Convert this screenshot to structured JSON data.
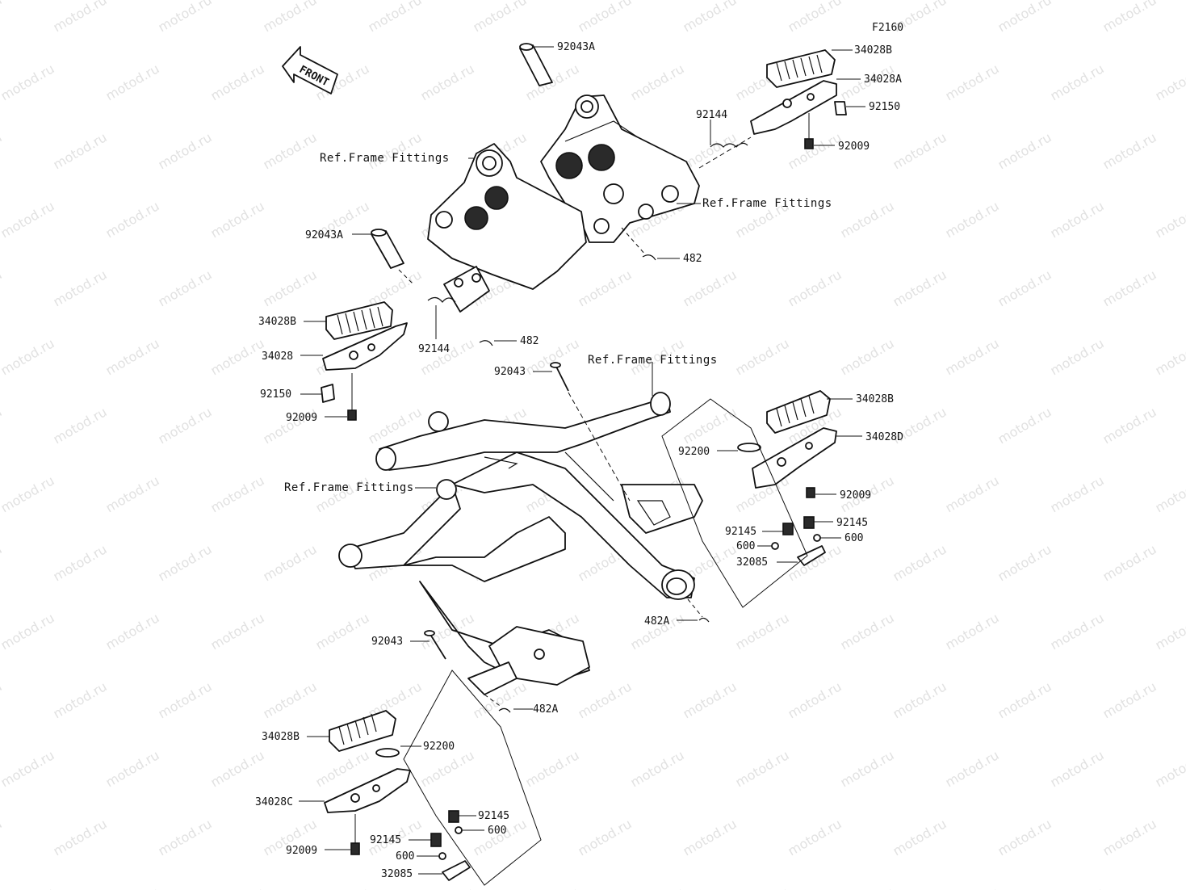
{
  "figure_code": "F2160",
  "watermark": "motod.ru",
  "front_label": "FRONT",
  "callouts": {
    "c92043A_top": "92043A",
    "c34028B_top": "34028B",
    "c34028A": "34028A",
    "c92150_top": "92150",
    "c92009_top": "92009",
    "c92144_top": "92144",
    "ref_top_left": "Ref.Frame Fittings",
    "ref_top_right": "Ref.Frame Fittings",
    "c482_top": "482",
    "c92043A_left": "92043A",
    "c34028B_left": "34028B",
    "c34028_left": "34028",
    "c92144_left": "92144",
    "c482_mid": "482",
    "c92150_left": "92150",
    "c92009_left": "92009",
    "c92043_mid": "92043",
    "ref_middle": "Ref.Frame Fittings",
    "c34028B_right": "34028B",
    "c34028D": "34028D",
    "c92200_right": "92200",
    "c92009_right": "92009",
    "ref_left_mid": "Ref.Frame Fittings",
    "c92145_r1": "92145",
    "c92145_r2": "92145",
    "c600_r1": "600",
    "c600_r2": "600",
    "c32085_right": "32085",
    "c482A_right": "482A",
    "c92043_bottom": "92043",
    "c482A_bottom": "482A",
    "c34028B_bottom": "34028B",
    "c92200_bottom": "92200",
    "c34028C": "34028C",
    "c92145_b1": "92145",
    "c600_b1": "600",
    "c92145_b2": "92145",
    "c92009_bottom": "92009",
    "c600_b2": "600",
    "c32085_bottom": "32085"
  }
}
